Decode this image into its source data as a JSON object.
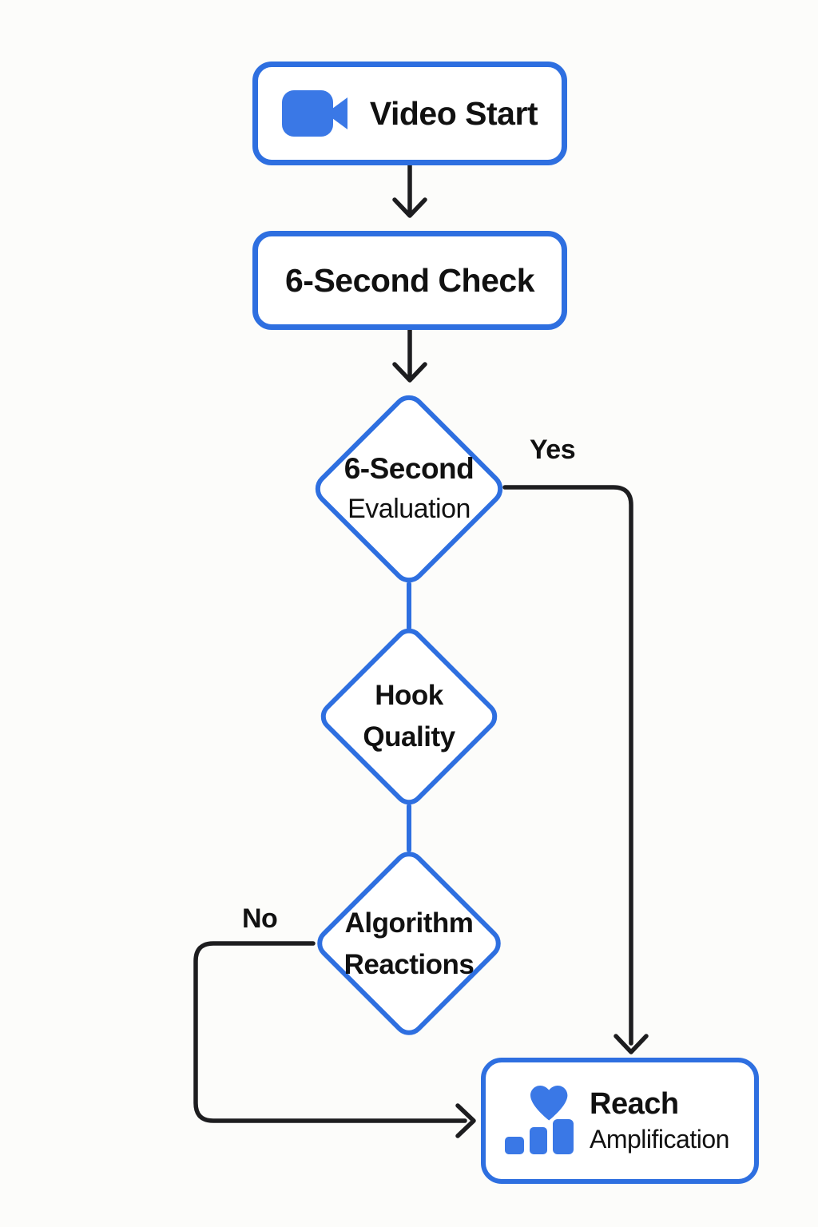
{
  "colors": {
    "accent": "#2e6fe0",
    "icon": "#3a78e6",
    "line": "#1d1d1f",
    "text": "#111111",
    "bg": "#fcfcfa",
    "node_fill": "#ffffff"
  },
  "nodes": {
    "video_start": {
      "label": "Video Start",
      "icon": "video-camera-icon"
    },
    "six_second_check": {
      "label": "6-Second Check"
    },
    "six_second_evaluation": {
      "line1": "6-Second",
      "line2": "Evaluation"
    },
    "hook_quality": {
      "line1": "Hook",
      "line2": "Quality"
    },
    "algorithm_reactions": {
      "line1": "Algorithm",
      "line2": "Reactions"
    },
    "reach_amplification": {
      "line1": "Reach",
      "line2": "Amplification",
      "icon": "heart-and-bar-chart-icon"
    }
  },
  "edges": {
    "yes_label": "Yes",
    "no_label": "No"
  }
}
